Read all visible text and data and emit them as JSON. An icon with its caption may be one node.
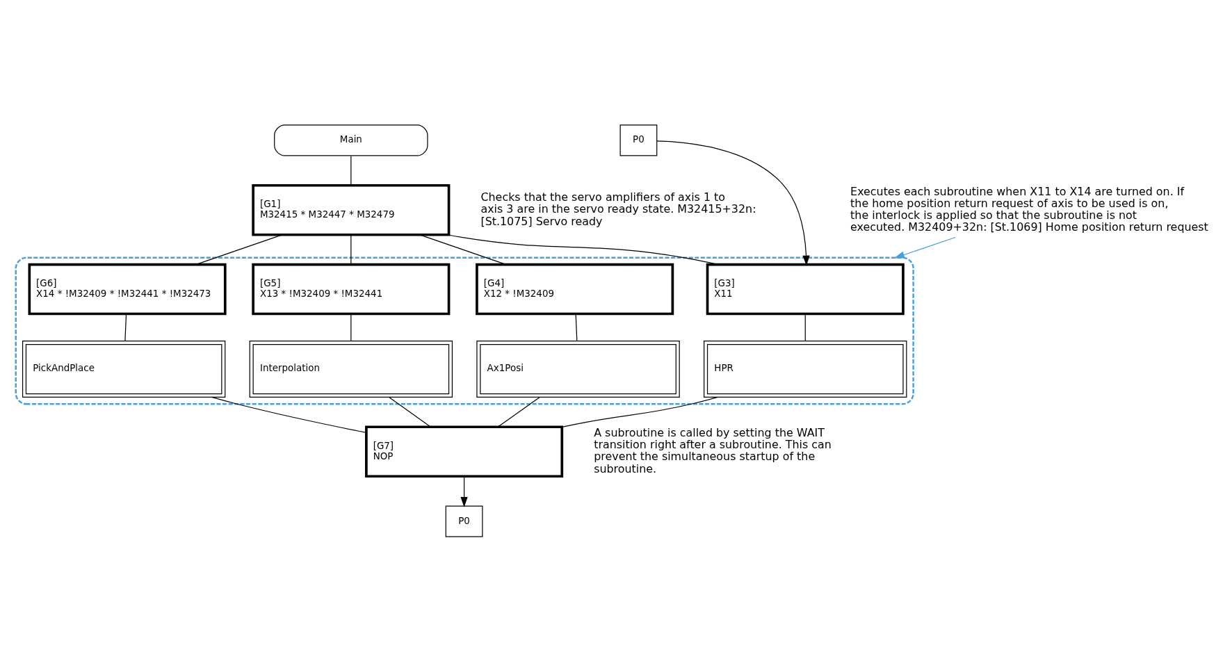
{
  "diagram": {
    "nodes": [
      {
        "text": [
          "Main"
        ]
      },
      {
        "text": [
          "[G1]",
          "M32415 * M32447 * M32479"
        ],
        "beside": [
          "Checks that the servo amplifiers of axis 1 to axis 3 are in the servo ready state. M32415+32n: [St.1075] Servo ready"
        ]
      },
      {
        "text": [
          "P0"
        ]
      },
      {
        "text": [
          "Executes each subroutine when X11 to X14 are turned on. If the home position return request of axis to be used is on, the interlock is applied so that the subroutine is not executed. M32409+32n: [St.1069] Home position return request"
        ]
      },
      {
        "text": [],
        "shape": "box"
      },
      {
        "text": [
          "[G3]",
          "X11"
        ],
        "in": 4
      },
      {
        "text": [
          "[G4]",
          "X12 * !M32409"
        ],
        "in": 4
      },
      {
        "text": [
          "[G5]",
          "X13 * !M32409 * !M32441"
        ],
        "in": 4
      },
      {
        "text": [
          "[G6]",
          "X14 * !M32409 * !M32441 * !M32473"
        ],
        "in": 4
      },
      {
        "text": [
          "HPR"
        ],
        "in": 4
      },
      {
        "text": [
          "Ax1Posi"
        ],
        "in": 4
      },
      {
        "text": [
          "Interpolation"
        ],
        "in": 4
      },
      {
        "text": [
          "PickAndPlace"
        ],
        "in": 4
      },
      {
        "text": [
          "[G7]",
          "NOP"
        ],
        "beside": [
          "A subroutine is called by setting the WAIT transition right after a subroutine. This can prevent the simultaneous startup of the subroutine."
        ]
      },
      {
        "text": [
          "P0"
        ]
      }
    ],
    "edges": [
      {
        "from": 0,
        "to": 1,
        "arrow": "none"
      },
      {
        "from": 1,
        "to": 5,
        "arrow": "none"
      },
      {
        "from": 1,
        "to": 6,
        "arrow": "none"
      },
      {
        "from": 1,
        "to": 7,
        "arrow": "none"
      },
      {
        "from": 1,
        "to": 8,
        "arrow": "none"
      },
      {
        "from": 2,
        "to": 5,
        "arrow": "to"
      },
      {
        "from": 3,
        "to": 4,
        "arrow": "to",
        "color": "#4a9fd8"
      },
      {
        "from": 5,
        "to": 9,
        "arrow": "none"
      },
      {
        "from": 6,
        "to": 10,
        "arrow": "none"
      },
      {
        "from": 7,
        "to": 11,
        "arrow": "none"
      },
      {
        "from": 8,
        "to": 12,
        "arrow": "none"
      },
      {
        "from": 9,
        "to": 13,
        "arrow": "none"
      },
      {
        "from": 10,
        "to": 13,
        "arrow": "none"
      },
      {
        "from": 11,
        "to": 13,
        "arrow": "none"
      },
      {
        "from": 12,
        "to": 13,
        "arrow": "none"
      },
      {
        "from": 13,
        "to": 14,
        "arrow": "to"
      }
    ]
  }
}
